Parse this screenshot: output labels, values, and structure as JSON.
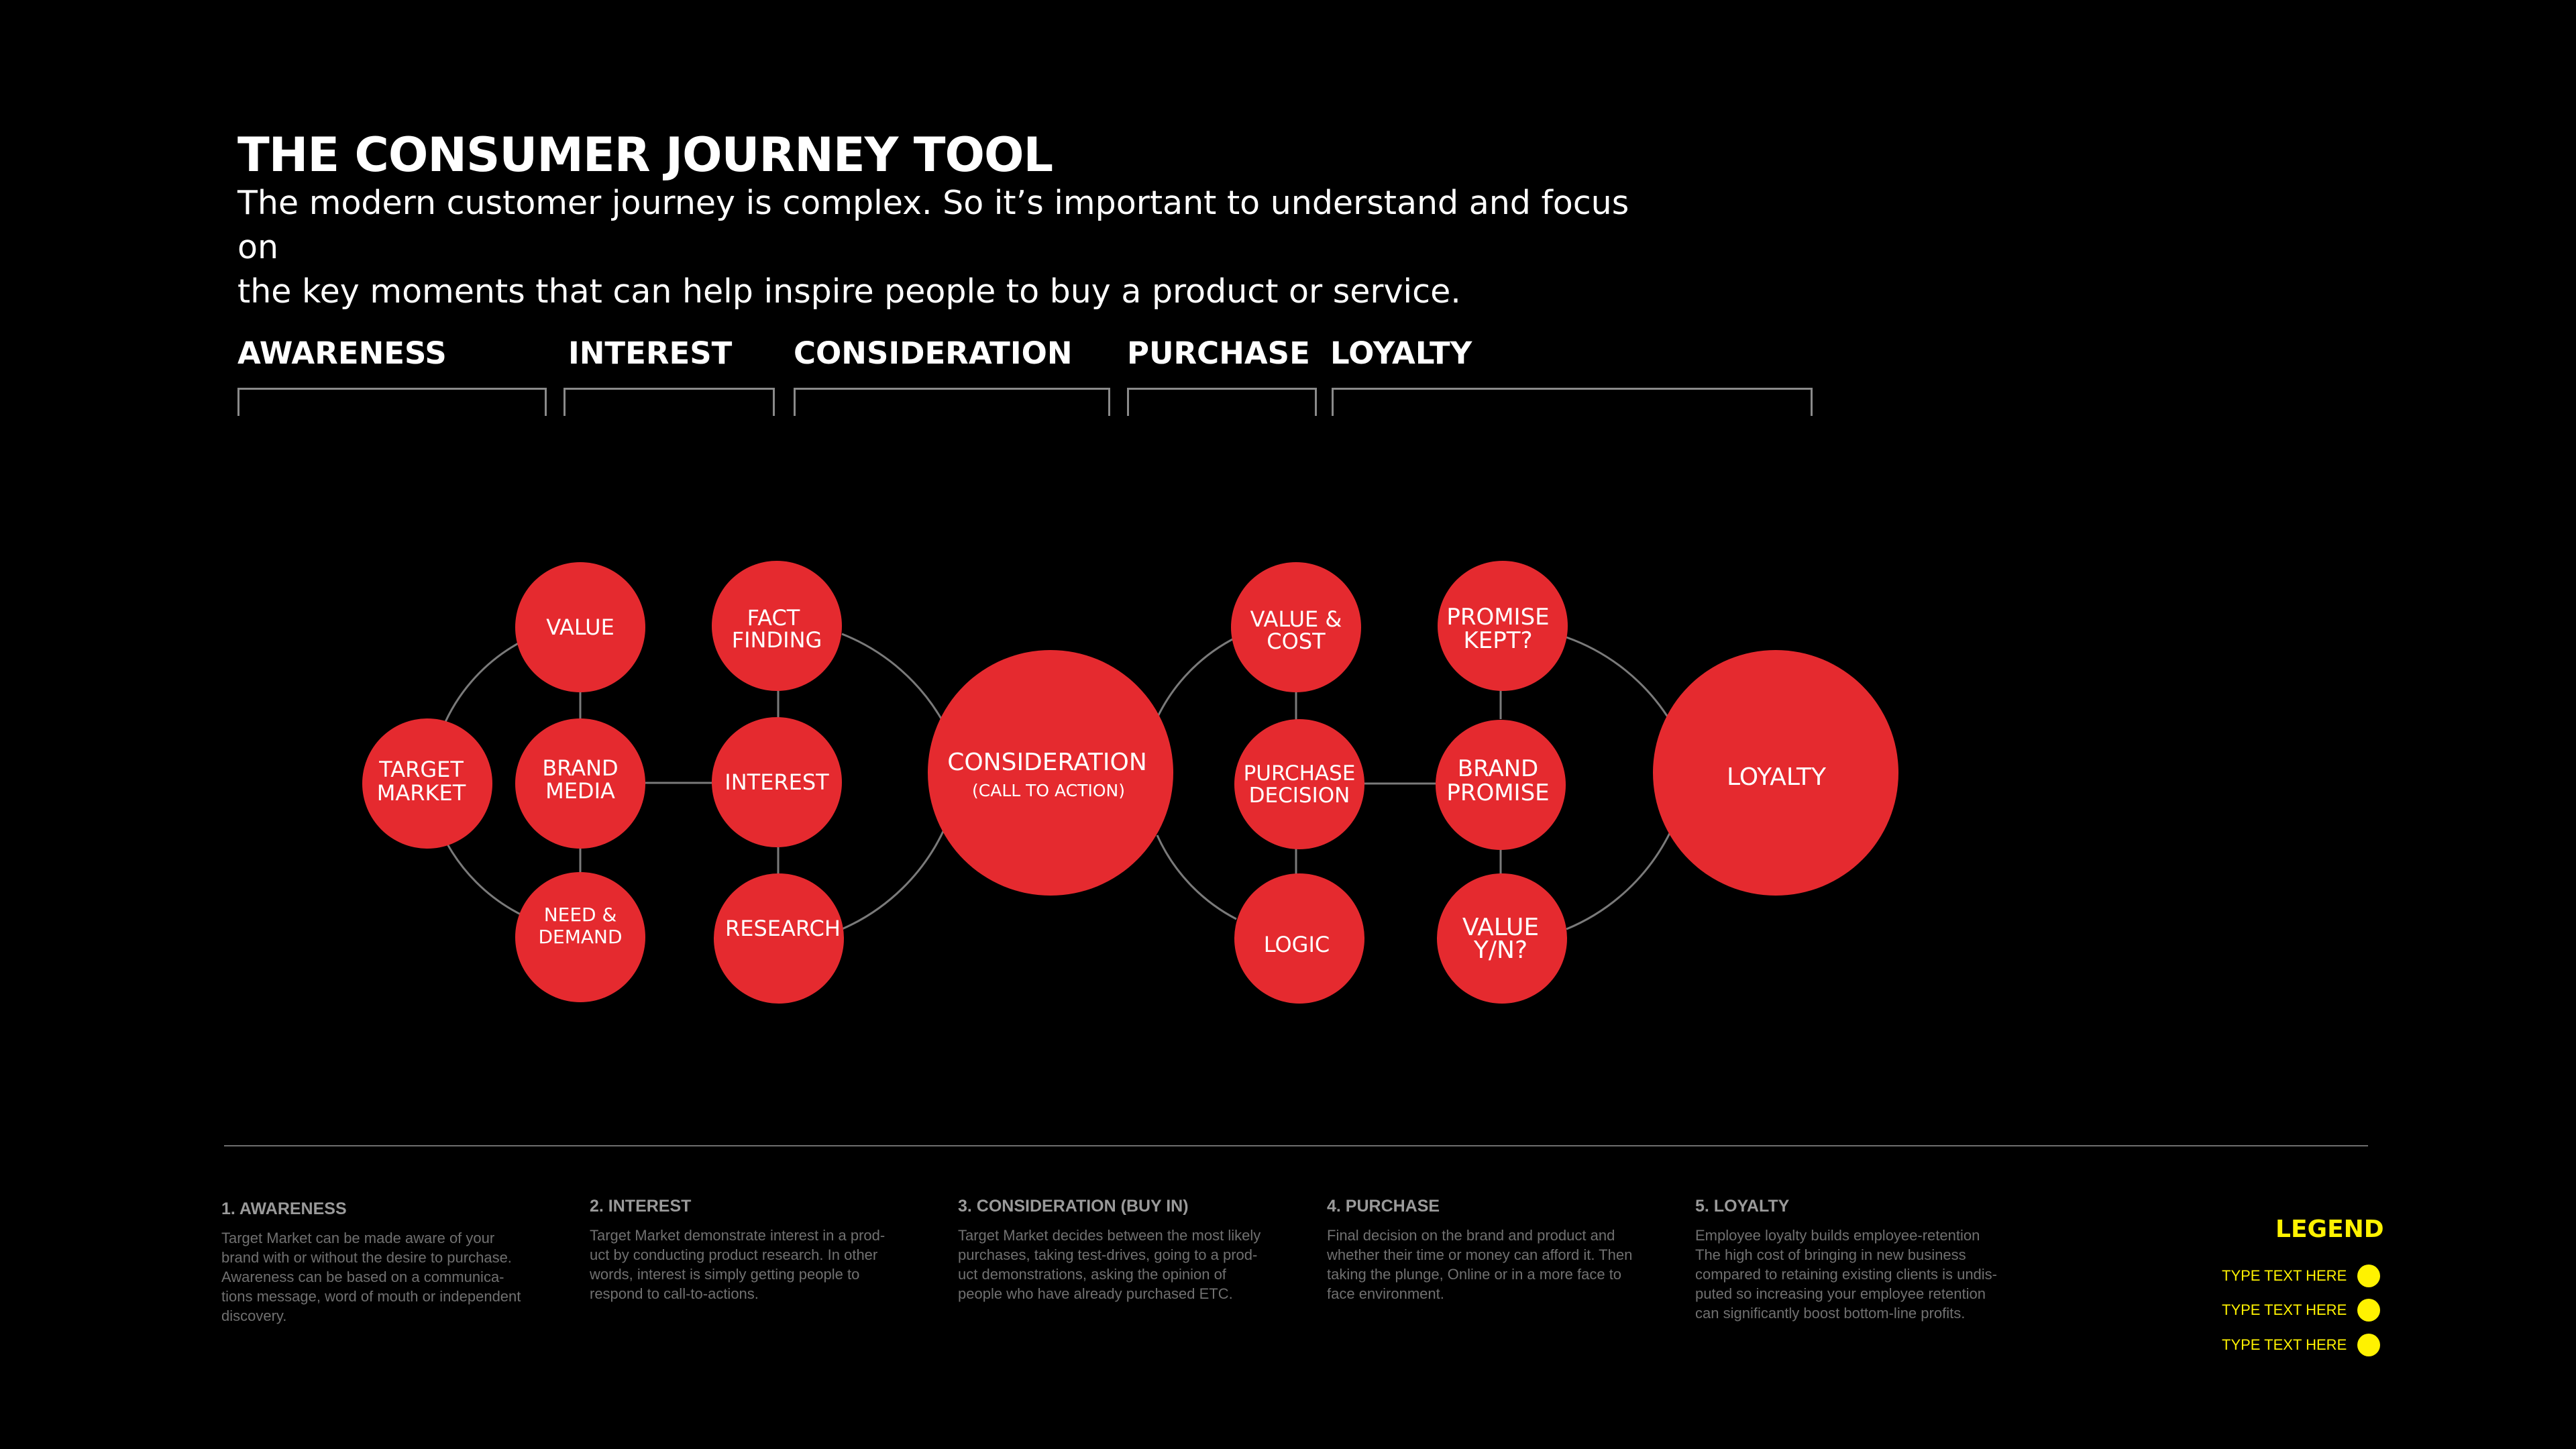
{
  "header": {
    "title": "THE CONSUMER JOURNEY TOOL",
    "subtitle_line1": "The modern customer journey is complex. So it’s important to understand and focus on",
    "subtitle_line2": "the key moments that can help inspire people to buy a product or service."
  },
  "stages": {
    "awareness": "AWARENESS",
    "interest": "INTEREST",
    "consideration": "CONSIDERATION",
    "purchase": "PURCHASE",
    "loyalty": "LOYALTY"
  },
  "nodes": {
    "target_market": [
      "TARGET",
      "MARKET"
    ],
    "value": [
      "VALUE"
    ],
    "brand_media": [
      "BRAND",
      "MEDIA"
    ],
    "need_demand": [
      "NEED &",
      "DEMAND"
    ],
    "fact_finding": [
      "FACT",
      "FINDING"
    ],
    "interest": [
      "INTEREST"
    ],
    "research": [
      "RESEARCH"
    ],
    "consideration": [
      "CONSIDERATION"
    ],
    "consideration_sub": "(CALL TO ACTION)",
    "value_cost": [
      "VALUE &",
      "COST"
    ],
    "purchase_decision": [
      "PURCHASE",
      "DECISION"
    ],
    "logic": [
      "LOGIC"
    ],
    "promise_kept": [
      "PROMISE",
      "KEPT?"
    ],
    "brand_promise": [
      "BRAND",
      "PROMISE"
    ],
    "value_yn": [
      "VALUE",
      "Y/N?"
    ],
    "loyalty": [
      "LOYALTY"
    ]
  },
  "descriptions": [
    {
      "heading": "1. AWARENESS",
      "lines": [
        "Target Market can be made aware of your",
        "brand with or without the desire to purchase.",
        "Awareness can be based on a communica-",
        "tions message, word of mouth or independent",
        "discovery."
      ]
    },
    {
      "heading": "2. INTEREST",
      "lines": [
        "Target Market demonstrate interest in a prod-",
        "uct by conducting product research. In other",
        "words, interest is simply getting people to",
        "respond to call-to-actions."
      ]
    },
    {
      "heading": "3. CONSIDERATION (BUY IN)",
      "lines": [
        "Target Market decides between the most likely",
        "purchases, taking test-drives, going to a prod-",
        "uct demonstrations, asking the opinion of",
        "people who have already purchased ETC."
      ]
    },
    {
      "heading": "4. PURCHASE",
      "lines": [
        "Final decision on the brand and product and",
        "whether their time or money can afford it. Then",
        "taking the plunge, Online or in a more face to",
        "face environment."
      ]
    },
    {
      "heading": "5. LOYALTY",
      "lines": [
        "Employee loyalty builds employee-retention",
        "The high cost of bringing in new business",
        "compared to retaining existing clients is undis-",
        "puted so increasing your employee retention",
        "can significantly boost bottom-line profits."
      ]
    }
  ],
  "legend": {
    "title": "LEGEND",
    "items": [
      "TYPE TEXT HERE",
      "TYPE TEXT HERE",
      "TYPE TEXT HERE"
    ]
  },
  "colors": {
    "background": "#000000",
    "node_red": "#e52a2f",
    "connector": "#7a7a7a",
    "legend_yellow": "#fff200"
  }
}
